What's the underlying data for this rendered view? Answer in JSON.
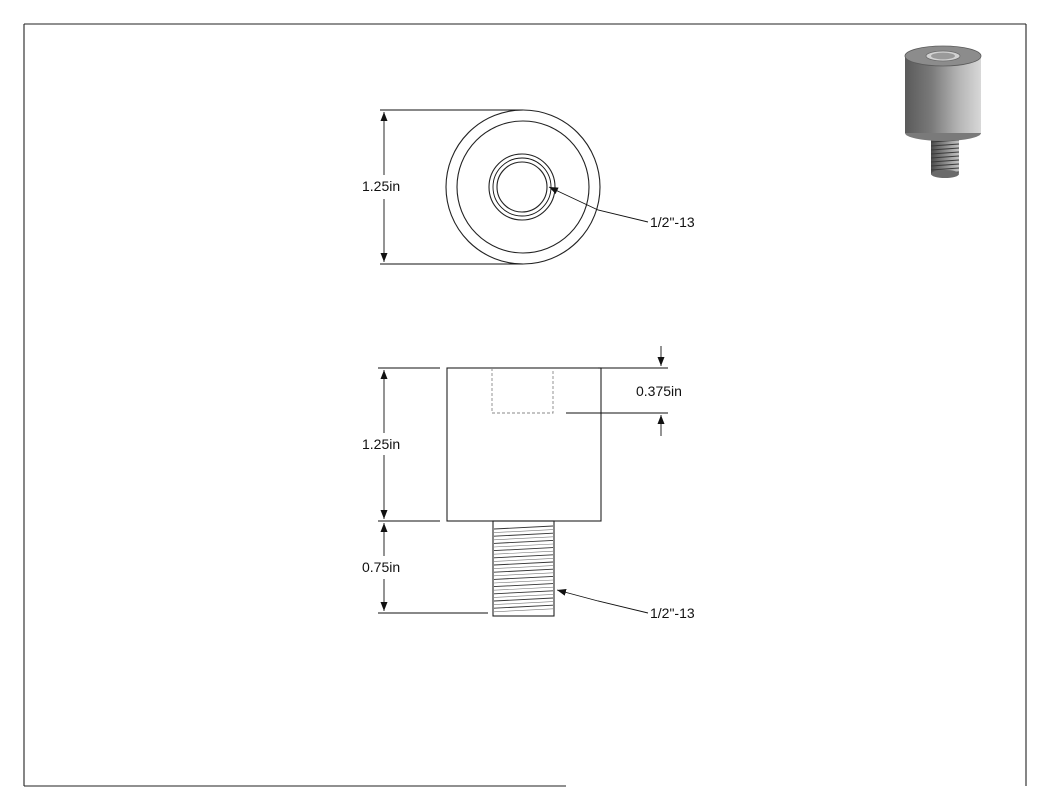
{
  "drawing": {
    "top_view": {
      "diameter_label": "1.25in",
      "thread_callout": "1/2\"-13"
    },
    "front_view": {
      "body_height_label": "1.25in",
      "stud_length_label": "0.75in",
      "hole_depth_label": "0.375in",
      "thread_callout": "1/2\"-13"
    }
  },
  "icons": {
    "preview": "isometric-standoff-icon",
    "arrow": "arrowhead-icon"
  },
  "colors": {
    "line": "#222222",
    "hidden_line": "#888888",
    "shade_dark": "#6e6e6e",
    "shade_light": "#c8c8c8"
  }
}
